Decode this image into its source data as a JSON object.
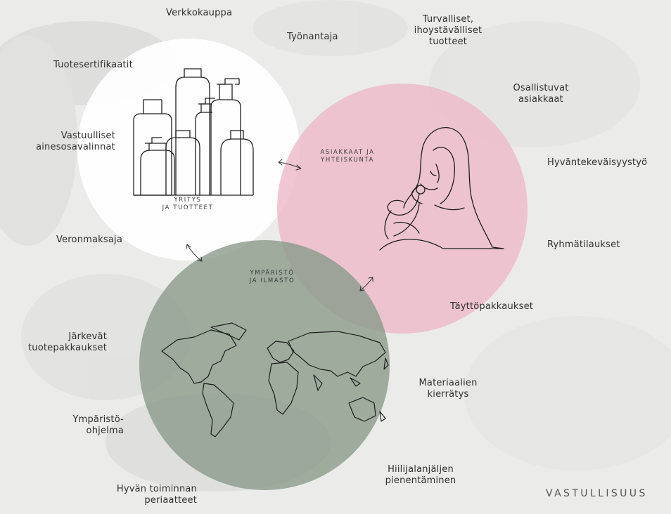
{
  "colors": {
    "background": "#ebebea",
    "company_circle": "#ffffff",
    "customers_circle": "#edb9c9",
    "environment_circle": "#8c9c8c",
    "line_art": "#1e1e1e"
  },
  "circles": {
    "company": {
      "lines": [
        "YRITYS",
        "JA TUOTTEET"
      ],
      "icon": "bottles-line-art"
    },
    "customers": {
      "lines": [
        "ASIAKKAAT JA",
        "YHTEISKUNTA"
      ],
      "icon": "woman-smelling-flower-line-art"
    },
    "environment": {
      "lines": [
        "YMPÄRISTÖ",
        "JA ILMASTO"
      ],
      "icon": "world-map-line-art"
    }
  },
  "labels": {
    "verkkokauppa": [
      "Verkkokauppa"
    ],
    "tyonantaja": [
      "Työnantaja"
    ],
    "turvalliset": [
      "Turvalliset,",
      "ihoystävälliset",
      "tuotteet"
    ],
    "tuotesertifikaatit": [
      "Tuotesertifikaatit"
    ],
    "osallistuvat": [
      "Osallistuvat",
      "asiakkaat"
    ],
    "vastuulliset": [
      "Vastuulliset",
      "ainesosavalinnat"
    ],
    "hyvantekevaisyys": [
      "Hyväntekeväisyystyö"
    ],
    "veronmaksaja": [
      "Veronmaksaja"
    ],
    "ryhmatilaukset": [
      "Ryhmätilaukset"
    ],
    "tayttopakkaukset": [
      "Täyttöpakkaukset"
    ],
    "jarkevat": [
      "Järkevät",
      "tuotepakkaukset"
    ],
    "materiaalien": [
      "Materiaalien",
      "kierrätys"
    ],
    "ymparisto_ohjelma": [
      "Ympäristö-",
      "ohjelma"
    ],
    "hiilijalanjalki": [
      "Hiilijalanjäljen",
      "pienentäminen"
    ],
    "hyvan_toiminnan": [
      "Hyvän toiminnan",
      "periaatteet"
    ]
  },
  "brand": "VASTULLISUUS"
}
